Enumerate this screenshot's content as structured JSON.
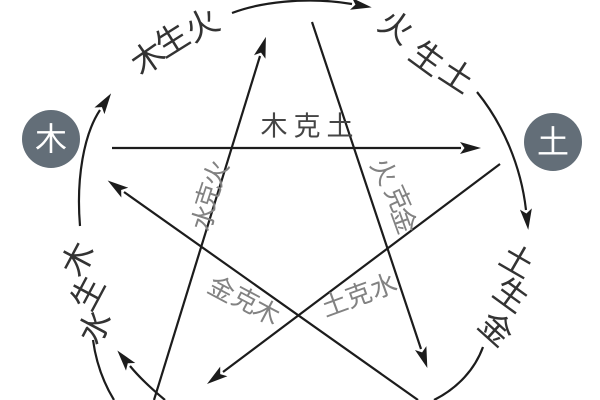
{
  "diagram": {
    "type": "wuxing-five-elements-cycle",
    "nodes": [
      {
        "id": "wood",
        "char": "木"
      },
      {
        "id": "earth",
        "char": "土"
      }
    ],
    "generating_labels": [
      {
        "id": "wood-generates-fire",
        "text": "木生火",
        "chars": [
          "木",
          "生",
          "火"
        ]
      },
      {
        "id": "fire-generates-earth",
        "text": "火生土",
        "chars": [
          "火",
          "生",
          "土"
        ]
      },
      {
        "id": "earth-generates-metal",
        "text": "土生金",
        "chars": [
          "土",
          "生",
          "金"
        ]
      },
      {
        "id": "water-generates-wood",
        "text": "水生木",
        "chars": [
          "水",
          "生",
          "木"
        ]
      }
    ],
    "overcoming_labels": [
      {
        "id": "wood-overcomes-earth",
        "text": "木克土"
      },
      {
        "id": "water-overcomes-fire",
        "text": "水克火",
        "chars": [
          "水",
          "克",
          "火"
        ]
      },
      {
        "id": "fire-overcomes-metal",
        "text": "火克金",
        "chars": [
          "火",
          "克",
          "金"
        ]
      },
      {
        "id": "metal-overcomes-wood",
        "text": "金克木",
        "chars": [
          "金",
          "克",
          "木"
        ]
      },
      {
        "id": "earth-overcomes-water",
        "text": "土克水",
        "chars": [
          "土",
          "克",
          "水"
        ]
      }
    ],
    "relations": [
      {
        "type": "generating",
        "from": "木",
        "to": "火",
        "label": "木生火"
      },
      {
        "type": "generating",
        "from": "火",
        "to": "土",
        "label": "火生土"
      },
      {
        "type": "generating",
        "from": "土",
        "to": "金",
        "label": "土生金"
      },
      {
        "type": "generating",
        "from": "金",
        "to": "水",
        "label": ""
      },
      {
        "type": "generating",
        "from": "水",
        "to": "木",
        "label": "水生木"
      },
      {
        "type": "overcoming",
        "from": "木",
        "to": "土",
        "label": "木克土"
      },
      {
        "type": "overcoming",
        "from": "水",
        "to": "火",
        "label": "水克火"
      },
      {
        "type": "overcoming",
        "from": "火",
        "to": "金",
        "label": "火克金"
      },
      {
        "type": "overcoming",
        "from": "金",
        "to": "木",
        "label": "金克木"
      },
      {
        "type": "overcoming",
        "from": "土",
        "to": "水",
        "label": "土克水"
      }
    ],
    "colors": {
      "background": "#ffffff",
      "node_fill": "#636e78",
      "node_text": "#ffffff",
      "stroke": "#1c1c1c",
      "generating_label": "#333333",
      "overcoming_label_diagonal": "#828282",
      "overcoming_label_horizontal": "#454545"
    }
  }
}
